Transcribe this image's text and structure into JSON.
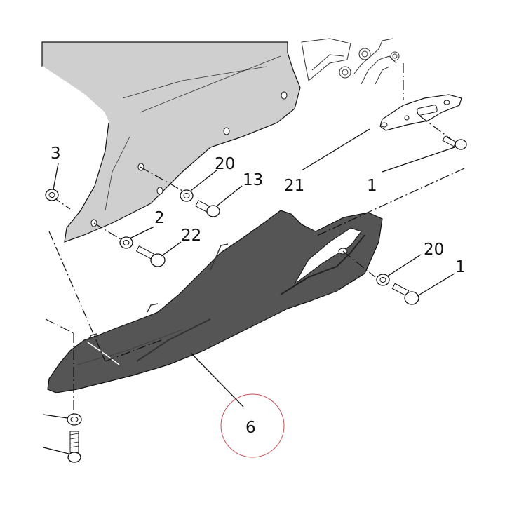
{
  "diagram": {
    "part_callouts": {
      "fairing_screw": "3",
      "washer_upper": "20",
      "screw_upper": "13",
      "bracket": "21",
      "bracket_screw": "1",
      "washer_lower": "2",
      "screw_lower": "22",
      "washer_right": "20",
      "screw_right": "1",
      "chain_guard": "6"
    },
    "colors": {
      "panel_fill": "#cfcfcf",
      "guard_fill": "#555555",
      "line": "#111111",
      "highlight_circle": "#cc4b55"
    }
  }
}
